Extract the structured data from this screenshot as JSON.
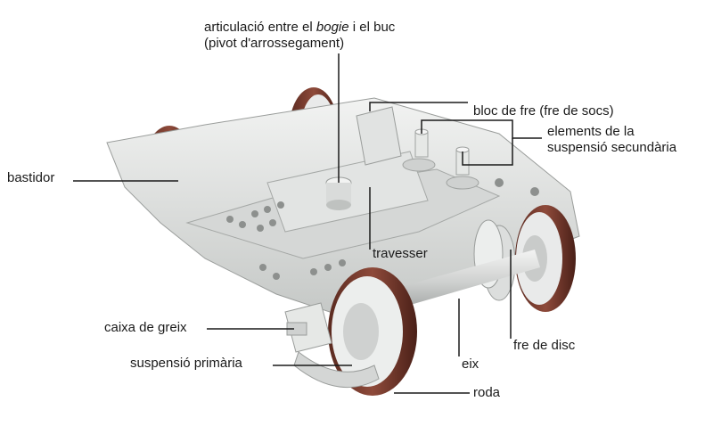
{
  "labels": {
    "articulation": {
      "line1_pre": "articulació entre el ",
      "line1_italic": "bogie",
      "line1_post": " i el buc",
      "line2": "(pivot d'arrossegament)"
    },
    "brake_block": "bloc de fre (fre de socs)",
    "secondary_suspension": {
      "line1": "elements de la",
      "line2": "suspensió secundària"
    },
    "frame": "bastidor",
    "bolster": "travesser",
    "axlebox": "caixa de greix",
    "primary_suspension": "suspensió primària",
    "axle": "eix",
    "disc_brake": "fre de disc",
    "wheel": "roda"
  },
  "colors": {
    "wheel": "#7a3b2e",
    "wheel_dark": "#4a2018",
    "metal": "#e6e8e6",
    "metal_shade": "#b9bcba",
    "line": "#1a1a1a"
  }
}
